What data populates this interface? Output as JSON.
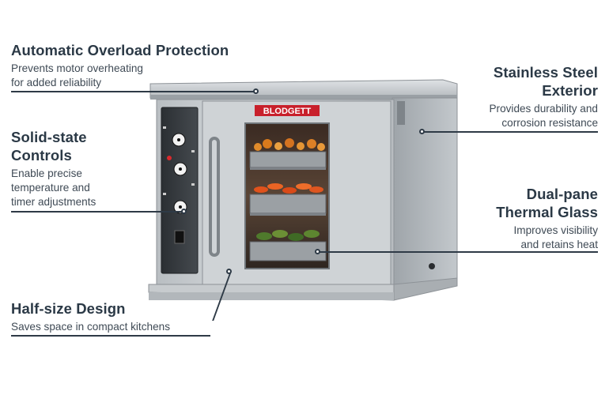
{
  "brand_logo_text": "BLODGETT",
  "features": {
    "overload": {
      "title": "Automatic Overload Protection",
      "desc_line1": "Prevents motor overheating",
      "desc_line2": "for added reliability"
    },
    "steel": {
      "title_line1": "Stainless Steel",
      "title_line2": "Exterior",
      "desc_line1": "Provides durability and",
      "desc_line2": "corrosion resistance"
    },
    "controls": {
      "title_line1": "Solid-state",
      "title_line2": "Controls",
      "desc_line1": "Enable precise",
      "desc_line2": "temperature and",
      "desc_line3": "timer adjustments"
    },
    "glass": {
      "title_line1": "Dual-pane",
      "title_line2": "Thermal Glass",
      "desc_line1": "Improves visibility",
      "desc_line2": "and retains heat"
    },
    "halfsize": {
      "title": "Half-size Design",
      "desc": "Saves space in compact kitchens"
    }
  },
  "colors": {
    "heading": "#2b3946",
    "callout": "#2e3a46",
    "logo_red": "#c8202b",
    "steel": "#bfc4c8"
  }
}
